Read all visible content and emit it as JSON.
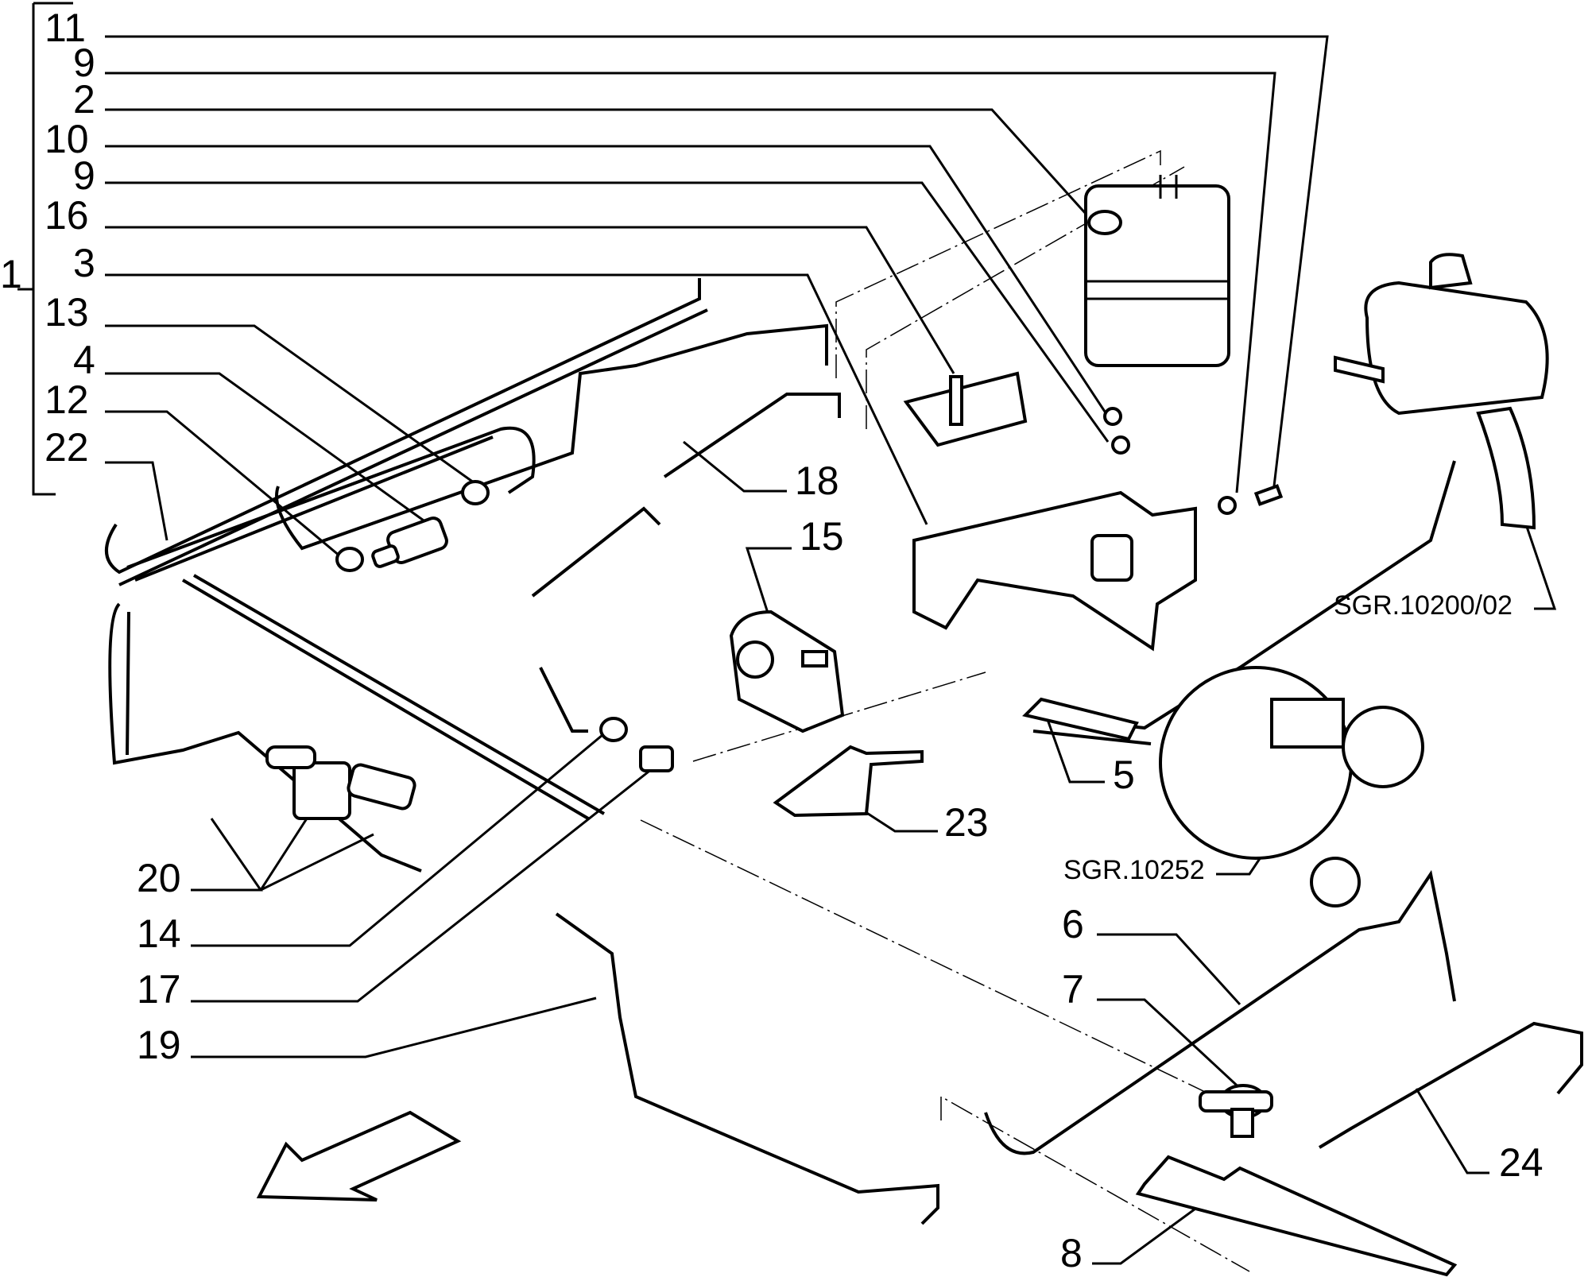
{
  "diagram": {
    "type": "exploded-parts-diagram",
    "group_label": "1",
    "group_members": [
      "11",
      "9",
      "2",
      "10",
      "9",
      "16",
      "3",
      "13",
      "4",
      "12",
      "22"
    ],
    "callouts": [
      {
        "id": "c11",
        "text": "11"
      },
      {
        "id": "c9a",
        "text": "9"
      },
      {
        "id": "c2",
        "text": "2"
      },
      {
        "id": "c10",
        "text": "10"
      },
      {
        "id": "c9b",
        "text": "9"
      },
      {
        "id": "c16",
        "text": "16"
      },
      {
        "id": "c3",
        "text": "3"
      },
      {
        "id": "c13",
        "text": "13"
      },
      {
        "id": "c4",
        "text": "4"
      },
      {
        "id": "c12",
        "text": "12"
      },
      {
        "id": "c22",
        "text": "22"
      },
      {
        "id": "c1",
        "text": "1"
      },
      {
        "id": "c18",
        "text": "18"
      },
      {
        "id": "c15",
        "text": "15"
      },
      {
        "id": "c5",
        "text": "5"
      },
      {
        "id": "c23",
        "text": "23"
      },
      {
        "id": "c20",
        "text": "20"
      },
      {
        "id": "c14",
        "text": "14"
      },
      {
        "id": "c17",
        "text": "17"
      },
      {
        "id": "c19",
        "text": "19"
      },
      {
        "id": "c6",
        "text": "6"
      },
      {
        "id": "c7",
        "text": "7"
      },
      {
        "id": "c24",
        "text": "24"
      },
      {
        "id": "c8",
        "text": "8"
      }
    ],
    "references": [
      {
        "id": "r1",
        "text": "SGR.10200/02"
      },
      {
        "id": "r2",
        "text": "SGR.10252"
      }
    ],
    "direction_arrow": "front-of-vehicle-arrow"
  }
}
